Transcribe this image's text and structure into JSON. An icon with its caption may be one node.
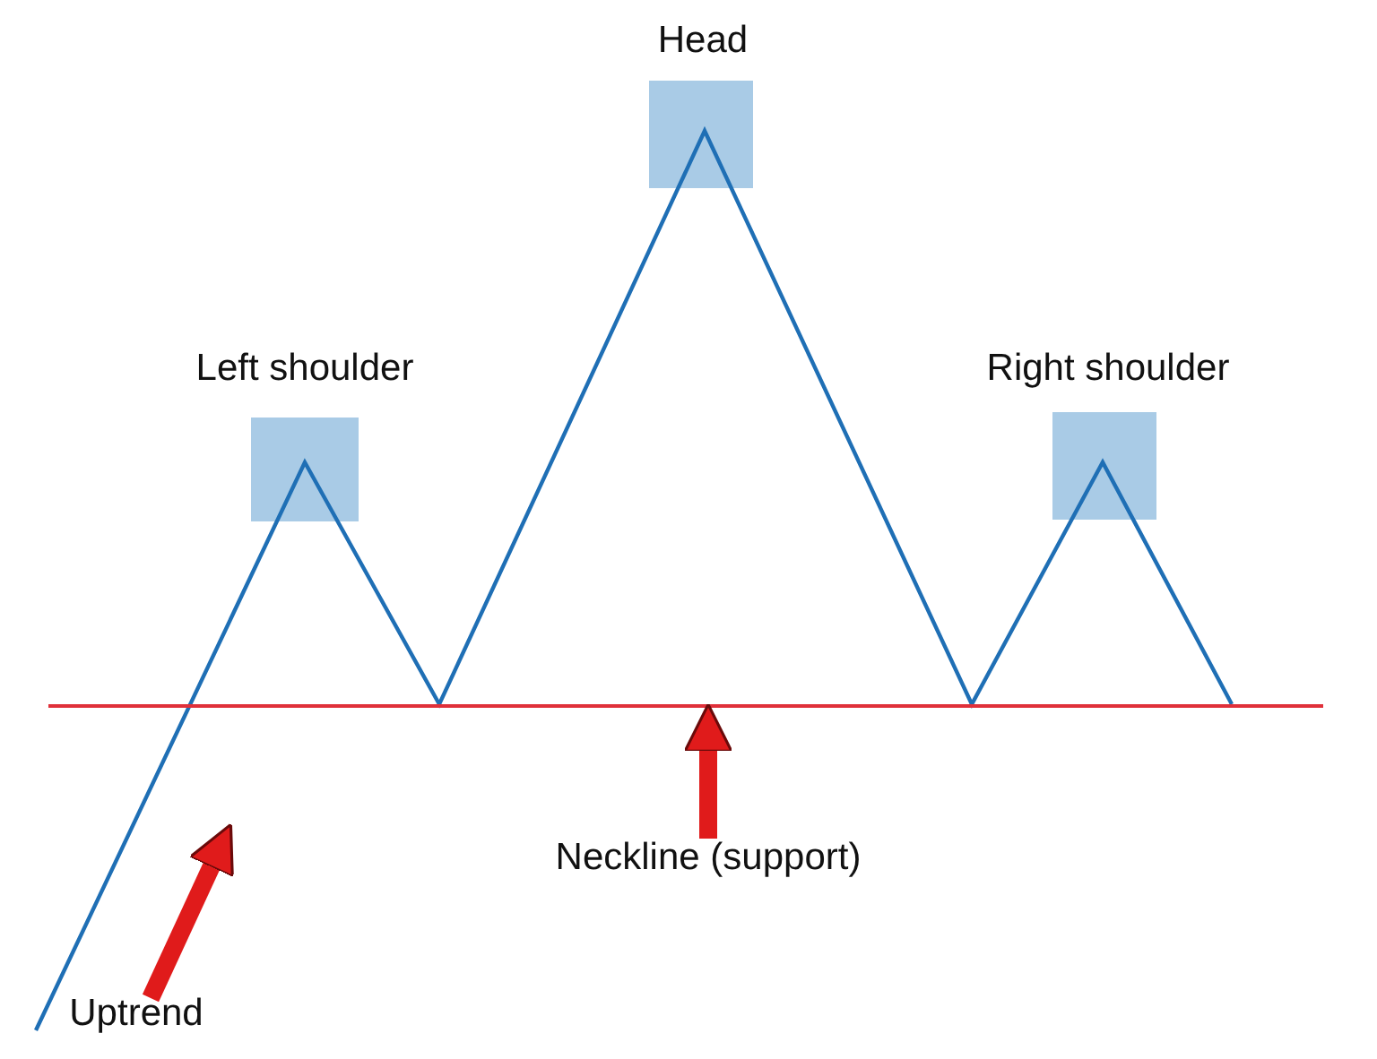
{
  "diagram": {
    "nodes": [
      {
        "text": [
          "Uptrend"
        ]
      },
      {
        "text": [
          "Neckline (support)"
        ]
      },
      {
        "text": [],
        "shape": "line"
      }
    ],
    "edges": [
      {
        "from": 0,
        "to": null,
        "arrow": "to"
      },
      {
        "from": 1,
        "to": 2,
        "arrow": "to"
      }
    ],
    "labels": [
      "Head",
      "Left shoulder",
      "Right shoulder"
    ]
  }
}
